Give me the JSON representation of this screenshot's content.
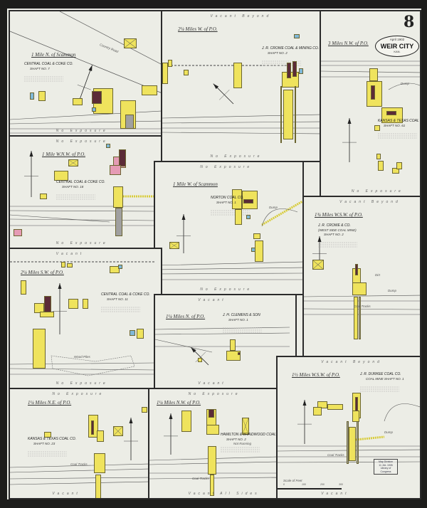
{
  "sheet": {
    "page_number": "8",
    "date": "April 1902",
    "city": "WEIR CITY",
    "state": "KAN."
  },
  "colors": {
    "paper": "#ecede6",
    "brick": "#efe35d",
    "frame": "#5b2b37",
    "stone": "#e59bb5",
    "special": "#7fb8d8"
  },
  "panels": [
    {
      "title": "1 Mile N. of Scammon",
      "company": "Central Coal & Coke Co.",
      "shaft": "Shaft No. 7",
      "labels": [
        "Country Road"
      ],
      "top_edge": "",
      "bottom_edge": "No Exposure"
    },
    {
      "title": "2¼ Miles W. of P.O.",
      "company": "J. R. Crowe Coal & Mining Co.",
      "shaft": "Shaft No. 2",
      "labels": [],
      "top_edge": "Vacant Beyond",
      "bottom_edge": "No Exposure"
    },
    {
      "title": "3 Miles N.W. of P.O.",
      "company": "Kansas & Texas Coal Co.",
      "shaft": "Shaft No. 61",
      "labels": [
        "Dump"
      ],
      "top_edge": "",
      "bottom_edge": "No Exposure"
    },
    {
      "title": "1 Mile W.N.W. of P.O.",
      "company": "Central Coal & Coke Co.",
      "shaft": "Shaft No. 18",
      "labels": [],
      "top_edge": "No Exposure",
      "bottom_edge": "No Exposure"
    },
    {
      "title": "1 Mile W. of Scammon",
      "company": "Norton Coal Co.",
      "shaft": "Shaft No. 1",
      "labels": [
        "Dump"
      ],
      "top_edge": "No Exposure",
      "bottom_edge": "No Exposure"
    },
    {
      "title": "1¾ Miles W.S.W. of P.O.",
      "company": "J. R. Crowe & Co.",
      "note": "(West Side Coal Mine)",
      "shaft": "Shaft No. 2",
      "labels": [
        "Dirt",
        "Dump",
        "Coal Tracks"
      ],
      "top_edge": "Vacant Beyond",
      "bottom_edge": ""
    },
    {
      "title": "2¼ Miles S.W. of P.O.",
      "company": "Central Coal & Coke Co.",
      "shaft": "Shaft No. 11",
      "labels": [
        "Wood Piles"
      ],
      "top_edge": "Vacant",
      "bottom_edge": "No Exposure"
    },
    {
      "title": "1¼ Miles N. of P.O.",
      "company": "J. H. Clemens & Son",
      "shaft": "Shaft No. 1",
      "labels": [],
      "top_edge": "Vacant",
      "bottom_edge": "Vacant"
    },
    {
      "title": "1¼ Miles N.E. of P.O.",
      "company": "Kansas & Texas Coal Co.",
      "shaft": "Shaft No. 23",
      "labels": [
        "Coal Tracks"
      ],
      "top_edge": "No Exposure",
      "bottom_edge": "Vacant"
    },
    {
      "title": "1¼ Miles N.W. of P.O.",
      "company": "Hamilton & Braidwood Coal Co.",
      "shaft": "Shaft No. 2",
      "note": "Not Running",
      "labels": [
        "Coal Tracks"
      ],
      "top_edge": "No Exposure",
      "bottom_edge": "Vacant All Sides"
    },
    {
      "title": "1½ Miles W.S.W. of P.O.",
      "company": "J. R. Durkee Coal Co.",
      "shaft": "Coal Mine Shaft No. 1",
      "labels": [
        "Dump",
        "Coal Tracks"
      ],
      "top_edge": "Vacant Beyond",
      "bottom_edge": "Vacant"
    }
  ],
  "scale": {
    "label": "Scale of Feet",
    "ticks": [
      "0",
      "100",
      "200",
      "300"
    ]
  },
  "stamp": {
    "line1": "Map Division",
    "line2": "11 JUL 1905",
    "line3": "Library of Congress"
  }
}
